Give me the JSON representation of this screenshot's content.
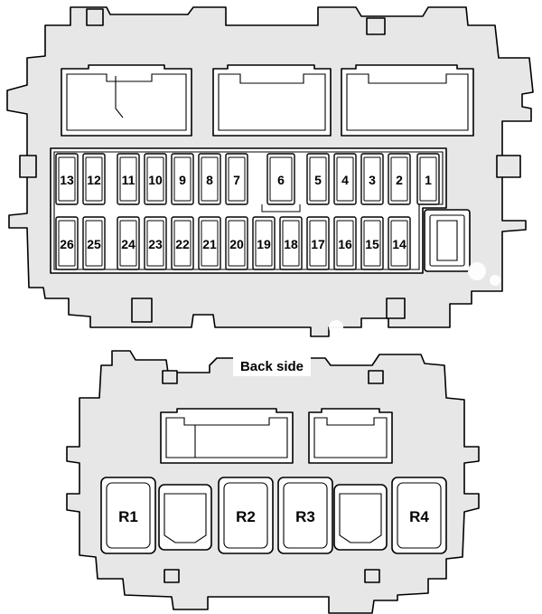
{
  "fuse_box": {
    "top_row": [
      {
        "id": "13",
        "label": "13"
      },
      {
        "id": "12",
        "label": "12"
      },
      {
        "id": "11",
        "label": "11"
      },
      {
        "id": "10",
        "label": "10"
      },
      {
        "id": "9",
        "label": "9"
      },
      {
        "id": "8",
        "label": "8"
      },
      {
        "id": "7",
        "label": "7"
      },
      {
        "id": "6",
        "label": "6"
      },
      {
        "id": "5",
        "label": "5"
      },
      {
        "id": "4",
        "label": "4"
      },
      {
        "id": "3",
        "label": "3"
      },
      {
        "id": "2",
        "label": "2"
      },
      {
        "id": "1",
        "label": "1"
      }
    ],
    "bottom_row": [
      {
        "id": "26",
        "label": "26"
      },
      {
        "id": "25",
        "label": "25"
      },
      {
        "id": "24",
        "label": "24"
      },
      {
        "id": "23",
        "label": "23"
      },
      {
        "id": "22",
        "label": "22"
      },
      {
        "id": "21",
        "label": "21"
      },
      {
        "id": "20",
        "label": "20"
      },
      {
        "id": "19",
        "label": "19"
      },
      {
        "id": "18",
        "label": "18"
      },
      {
        "id": "17",
        "label": "17"
      },
      {
        "id": "16",
        "label": "16"
      },
      {
        "id": "15",
        "label": "15"
      },
      {
        "id": "14",
        "label": "14"
      }
    ]
  },
  "back_side": {
    "title": "Back side",
    "relays": [
      {
        "id": "R1",
        "label": "R1"
      },
      {
        "id": "R2",
        "label": "R2"
      },
      {
        "id": "R3",
        "label": "R3"
      },
      {
        "id": "R4",
        "label": "R4"
      }
    ]
  }
}
